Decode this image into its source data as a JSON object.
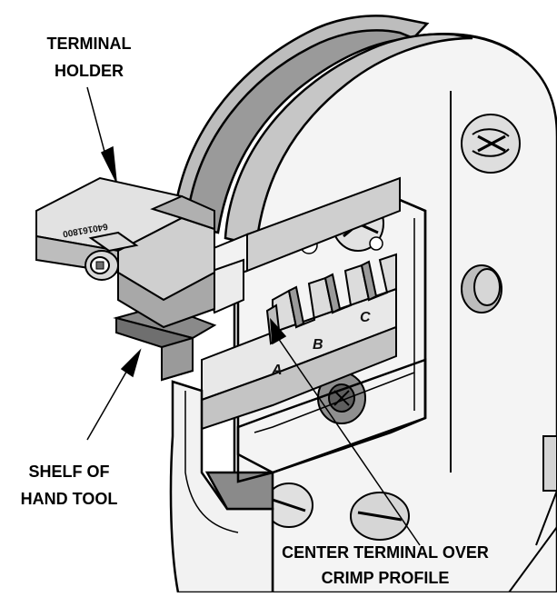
{
  "callouts": {
    "terminal_holder": [
      "TERMINAL",
      "HOLDER"
    ],
    "shelf_of_hand_tool": [
      "SHELF OF",
      "HAND TOOL"
    ],
    "center_terminal": [
      "CENTER TERMINAL OVER",
      "CRIMP PROFILE"
    ]
  },
  "holder_part_number": "640161800",
  "crimp_profiles": [
    "A",
    "B",
    "C"
  ],
  "colors": {
    "line": "#000000",
    "frame_light": "#f4f4f4",
    "frame_mid": "#d4d4d4",
    "frame_dark": "#8a8a8a",
    "holder": "#c9c9c9",
    "shelf": "#7f7f7f"
  }
}
